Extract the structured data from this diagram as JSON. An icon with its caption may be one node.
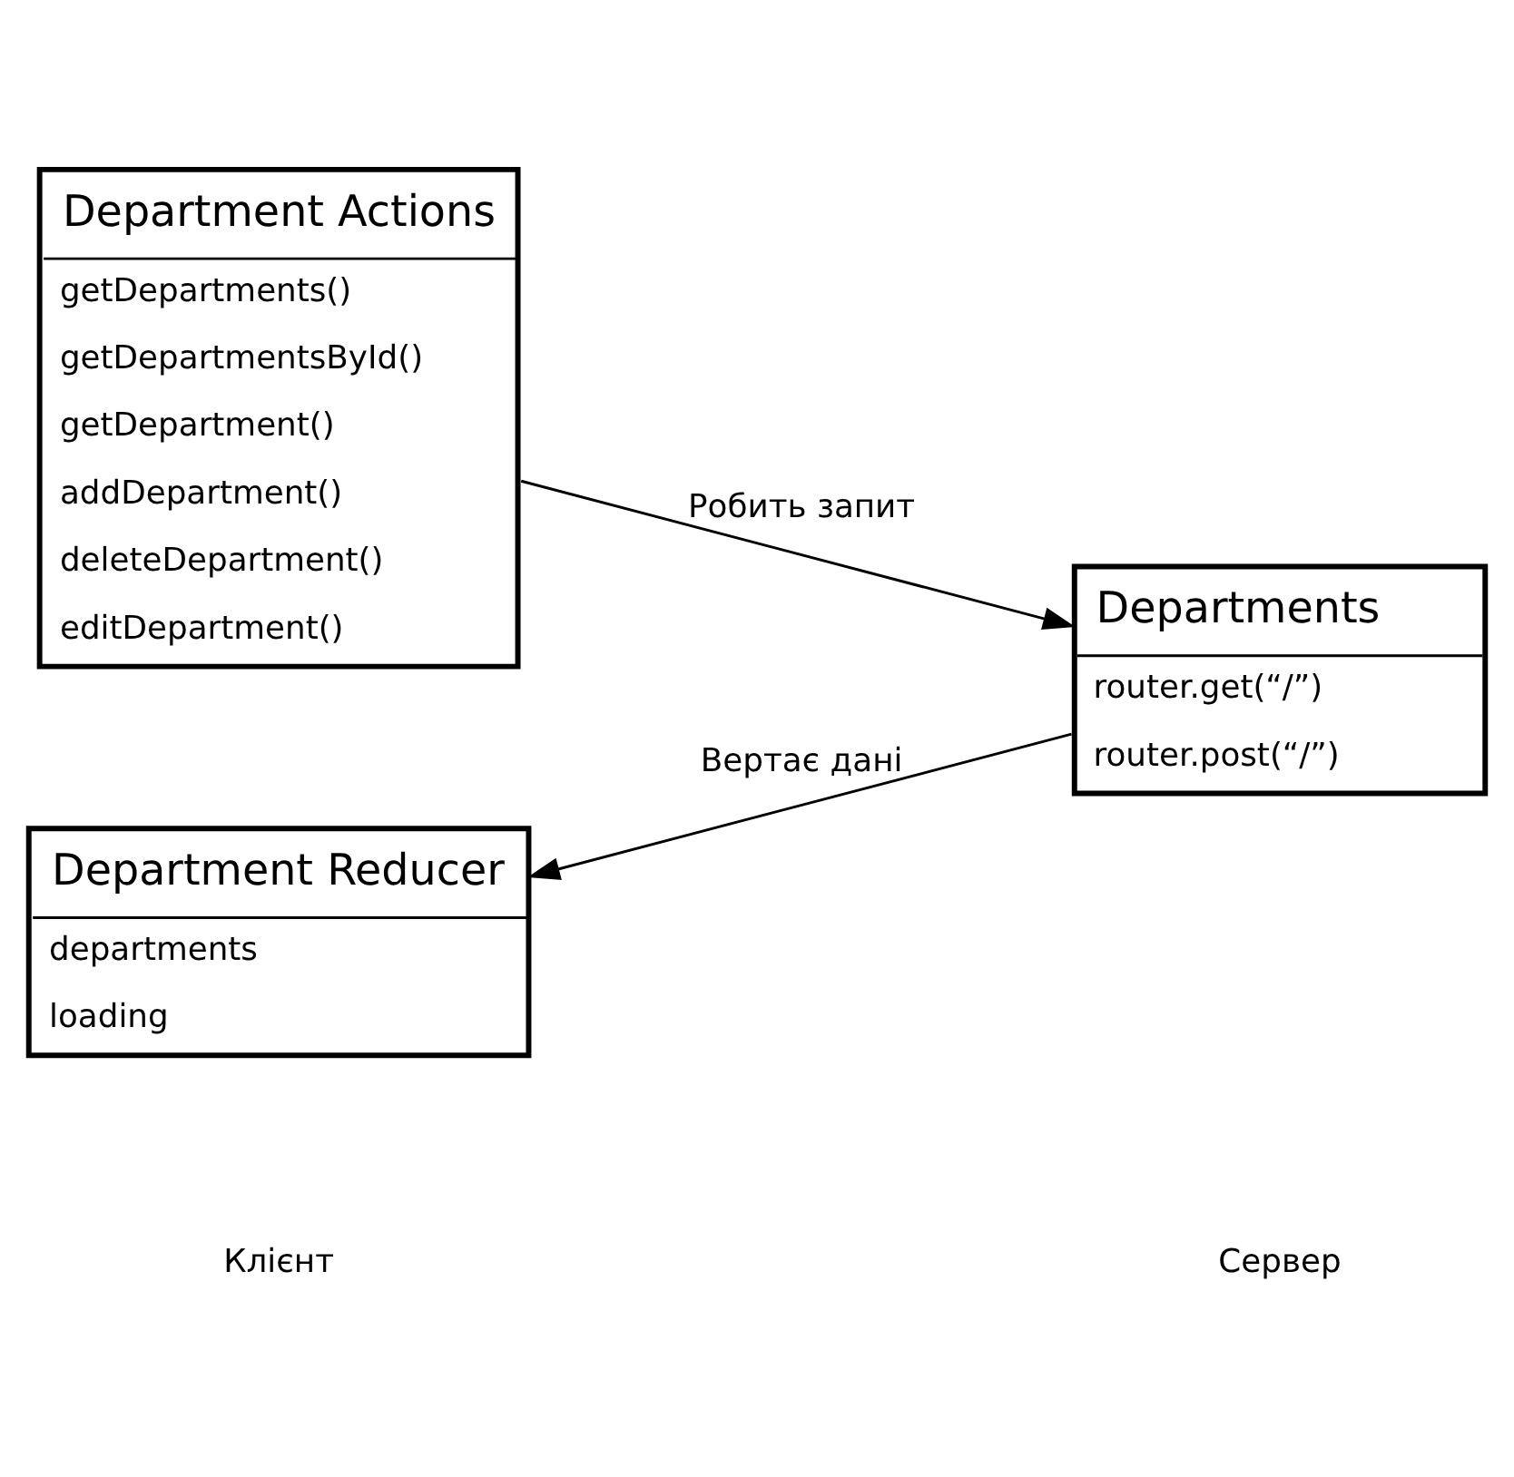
{
  "diagram": {
    "nodes": [
      {
        "text": [
          "Department Actions",
          "getDepartments()",
          "getDepartmentsById()",
          "getDepartment()",
          "addDepartment()",
          "deleteDepartment()",
          "editDepartment()"
        ]
      },
      {
        "text": [
          "Departments",
          "router.get(“/”)",
          "router.post(“/”)"
        ]
      },
      {
        "text": [
          "Department Reducer",
          "departments",
          "loading"
        ]
      }
    ],
    "edges": [
      {
        "from": 0,
        "to": 1,
        "arrow": "to",
        "label": "Робить запит"
      },
      {
        "from": 1,
        "to": 2,
        "arrow": "to",
        "label": "Вертає дані"
      }
    ],
    "labels": [
      "Клієнт",
      "Сервер"
    ]
  }
}
